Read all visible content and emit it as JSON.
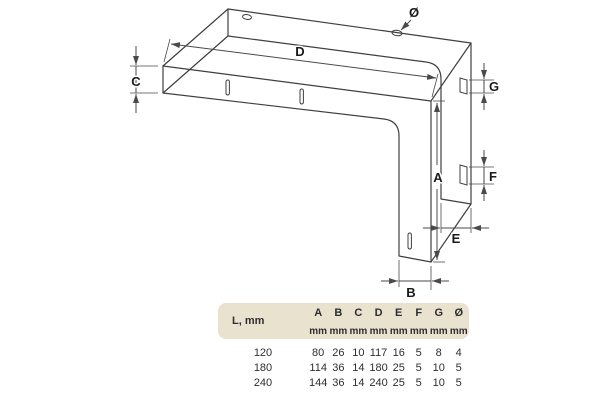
{
  "diagram": {
    "labels": {
      "diameter": "Ø",
      "D": "D",
      "C": "C",
      "A": "A",
      "B": "B",
      "E": "E",
      "F": "F",
      "G": "G"
    }
  },
  "table": {
    "corner_header": "L, mm",
    "columns": [
      "A",
      "B",
      "C",
      "D",
      "E",
      "F",
      "G",
      "Ø"
    ],
    "unit_label": "mm",
    "rows": [
      {
        "label": "120",
        "values": [
          "80",
          "26",
          "10",
          "117",
          "16",
          "5",
          "8",
          "4"
        ]
      },
      {
        "label": "180",
        "values": [
          "114",
          "36",
          "14",
          "180",
          "25",
          "5",
          "10",
          "5"
        ]
      },
      {
        "label": "240",
        "values": [
          "144",
          "36",
          "14",
          "240",
          "25",
          "5",
          "10",
          "5"
        ]
      }
    ]
  }
}
